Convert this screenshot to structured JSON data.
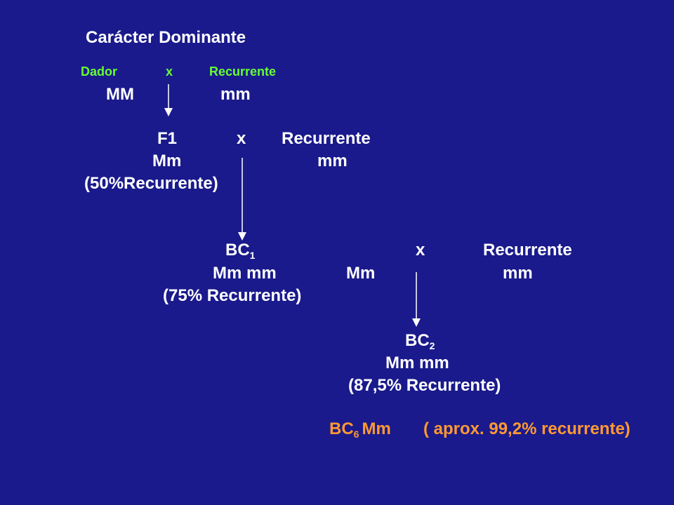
{
  "title": "Carácter Dominante",
  "cross1": {
    "parent1": "Dador",
    "x": "x",
    "parent2": "Recurrente",
    "genotype1": "MM",
    "genotype2": "mm"
  },
  "cross2": {
    "parent1": "F1",
    "x": "x",
    "parent2": "Recurrente",
    "genotype1": "Mm",
    "genotype2": "mm",
    "percent": "(50%Recurrente)"
  },
  "cross3": {
    "parent1": "BC",
    "parent1_sub": "1",
    "x": "x",
    "parent2": "Recurrente",
    "genotypes": "Mm mm",
    "genotype_selected": "Mm",
    "genotype2": "mm",
    "percent": "(75% Recurrente)"
  },
  "bc2": {
    "label": "BC",
    "sub": "2",
    "genotypes": "Mm  mm",
    "percent": "(87,5% Recurrente)"
  },
  "bc6": {
    "label": "BC",
    "sub": "6",
    "genotype": "Mm",
    "percent": "( aprox. 99,2% recurrente)"
  },
  "colors": {
    "background": "#1a1a8c",
    "text": "#ffffff",
    "parents_row": "#66ff33",
    "final_result": "#ff9933"
  }
}
